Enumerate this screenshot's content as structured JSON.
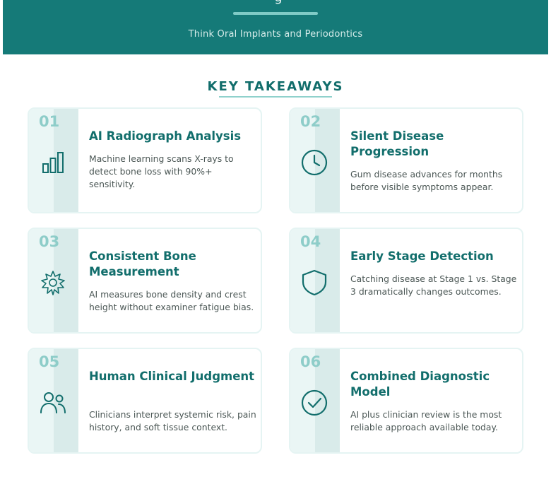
{
  "header": {
    "partial_glyph": "g",
    "subtitle": "Think Oral Implants and Periodontics"
  },
  "section": {
    "title": "KEY TAKEAWAYS"
  },
  "colors": {
    "brand_teal": "#157a78",
    "heading_teal": "#126e6c",
    "number_teal": "#8ecdc9",
    "body_text": "#4b5755"
  },
  "cards": [
    {
      "number": "01",
      "icon": "bar-chart-icon",
      "title": "AI Radiograph Analysis",
      "desc": "Machine learning scans X-rays to detect bone loss with 90%+ sensitivity."
    },
    {
      "number": "02",
      "icon": "clock-icon",
      "title": "Silent Disease Progression",
      "desc": "Gum disease advances for months before visible symptoms appear."
    },
    {
      "number": "03",
      "icon": "gear-icon",
      "title": "Consistent Bone Measurement",
      "desc": "AI measures bone density and crest height without examiner fatigue bias."
    },
    {
      "number": "04",
      "icon": "shield-icon",
      "title": "Early Stage Detection",
      "desc": "Catching disease at Stage 1 vs. Stage 3 dramatically changes outcomes."
    },
    {
      "number": "05",
      "icon": "users-icon",
      "title": "Human Clinical Judgment",
      "desc": "Clinicians interpret systemic risk, pain history, and soft tissue context."
    },
    {
      "number": "06",
      "icon": "check-circle-icon",
      "title": "Combined Diagnostic Model",
      "desc": "AI plus clinician review is the most reliable approach available today."
    }
  ]
}
